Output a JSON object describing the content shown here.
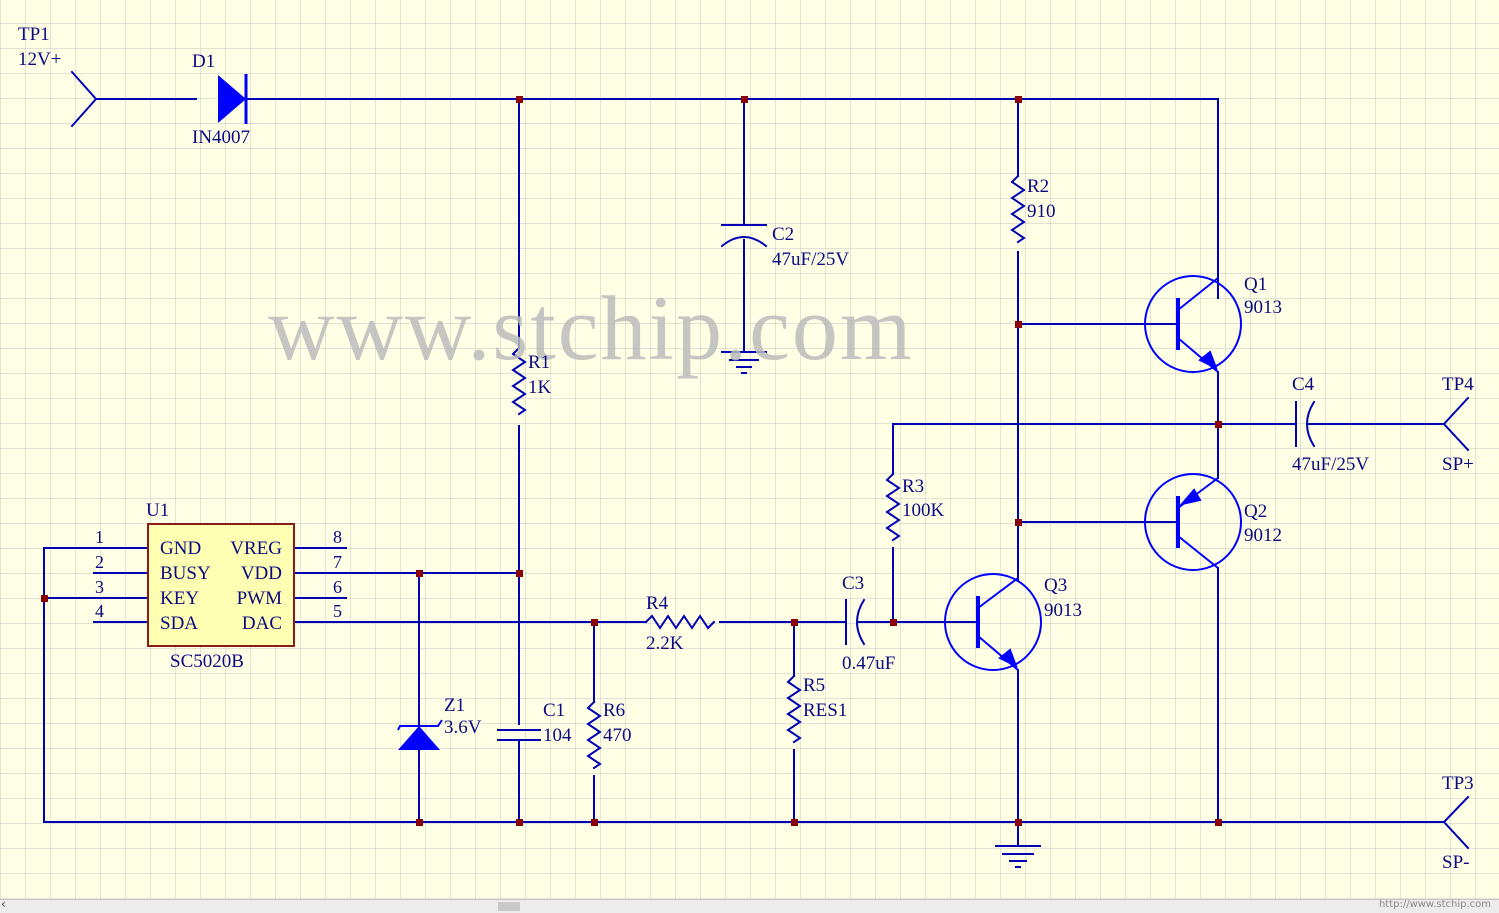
{
  "watermark": "www.stchip.com",
  "footer_url": "http://www.stchip.com",
  "colors": {
    "grid": "#c4c4c4",
    "wire": "#0000b4",
    "junction": "#8b0000",
    "text": "#0a0a80",
    "background": "#ffffe6"
  },
  "terminals": {
    "tp1": {
      "ref": "TP1",
      "name": "12V+"
    },
    "tp4": {
      "ref": "TP4",
      "name": "SP+"
    },
    "tp3": {
      "ref": "TP3",
      "name": "SP-"
    }
  },
  "components": {
    "d1": {
      "ref": "D1",
      "value": "IN4007"
    },
    "r1": {
      "ref": "R1",
      "value": "1K"
    },
    "c2": {
      "ref": "C2",
      "value": "47uF/25V"
    },
    "r2": {
      "ref": "R2",
      "value": "910"
    },
    "q1": {
      "ref": "Q1",
      "value": "9013"
    },
    "c4": {
      "ref": "C4",
      "value": "47uF/25V"
    },
    "r3": {
      "ref": "R3",
      "value": "100K"
    },
    "q2": {
      "ref": "Q2",
      "value": "9012"
    },
    "q3": {
      "ref": "Q3",
      "value": "9013"
    },
    "c3": {
      "ref": "C3",
      "value": "0.47uF"
    },
    "r4": {
      "ref": "R4",
      "value": "2.2K"
    },
    "r5": {
      "ref": "R5",
      "value": "RES1"
    },
    "r6": {
      "ref": "R6",
      "value": "470"
    },
    "c1": {
      "ref": "C1",
      "value": "104"
    },
    "z1": {
      "ref": "Z1",
      "value": "3.6V"
    }
  },
  "u1": {
    "ref": "U1",
    "part": "SC5020B",
    "left_pins": [
      "GND",
      "BUSY",
      "KEY",
      "SDA"
    ],
    "right_pins": [
      "VREG",
      "VDD",
      "PWM",
      "DAC"
    ],
    "left_nums": [
      "1",
      "2",
      "3",
      "4"
    ],
    "right_nums": [
      "8",
      "7",
      "6",
      "5"
    ]
  }
}
